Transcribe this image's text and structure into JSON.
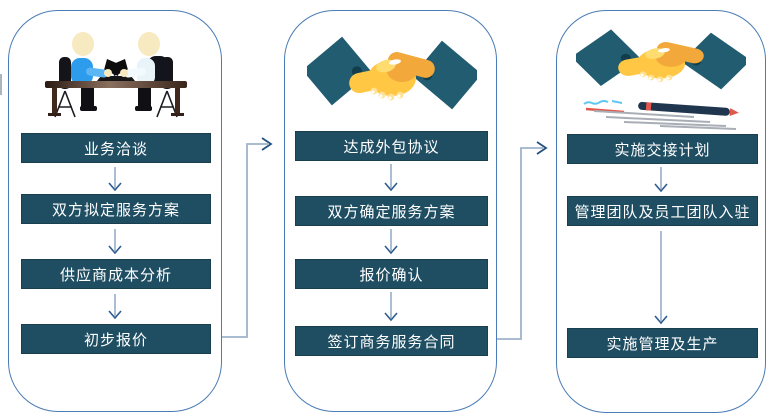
{
  "diagram": {
    "type": "flowchart",
    "panels": [
      {
        "illustration": "two-people-negotiating-at-table",
        "steps": [
          "业务洽谈",
          "双方拟定服务方案",
          "供应商成本分析",
          "初步报价"
        ]
      },
      {
        "illustration": "handshake",
        "steps": [
          "达成外包协议",
          "双方确定服务方案",
          "报价确认",
          "签订商务服务合同"
        ]
      },
      {
        "illustration": "handshake-with-pen-and-checklist",
        "steps": [
          "实施交接计划",
          "管理团队及员工团队入驻",
          "实施管理及生产"
        ]
      }
    ],
    "connectors": [
      {
        "from": "初步报价",
        "to": "达成外包协议"
      },
      {
        "from": "签订商务服务合同",
        "to": "实施交接计划"
      }
    ]
  },
  "colors": {
    "background": "#FFFFFF",
    "step_box_bg": "#1F4E63",
    "step_box_text": "#FFFFFF",
    "panel_border": "#4A7CB5",
    "arrow_shaft": "#8FA9C5",
    "arrow_head": "#2E5C90",
    "sleeve": "#215C70",
    "hand_gold": "#FFC743",
    "hand_shadow": "#F2A83B",
    "pen_body": "#20364E",
    "pen_tip_red": "#E2574C"
  }
}
